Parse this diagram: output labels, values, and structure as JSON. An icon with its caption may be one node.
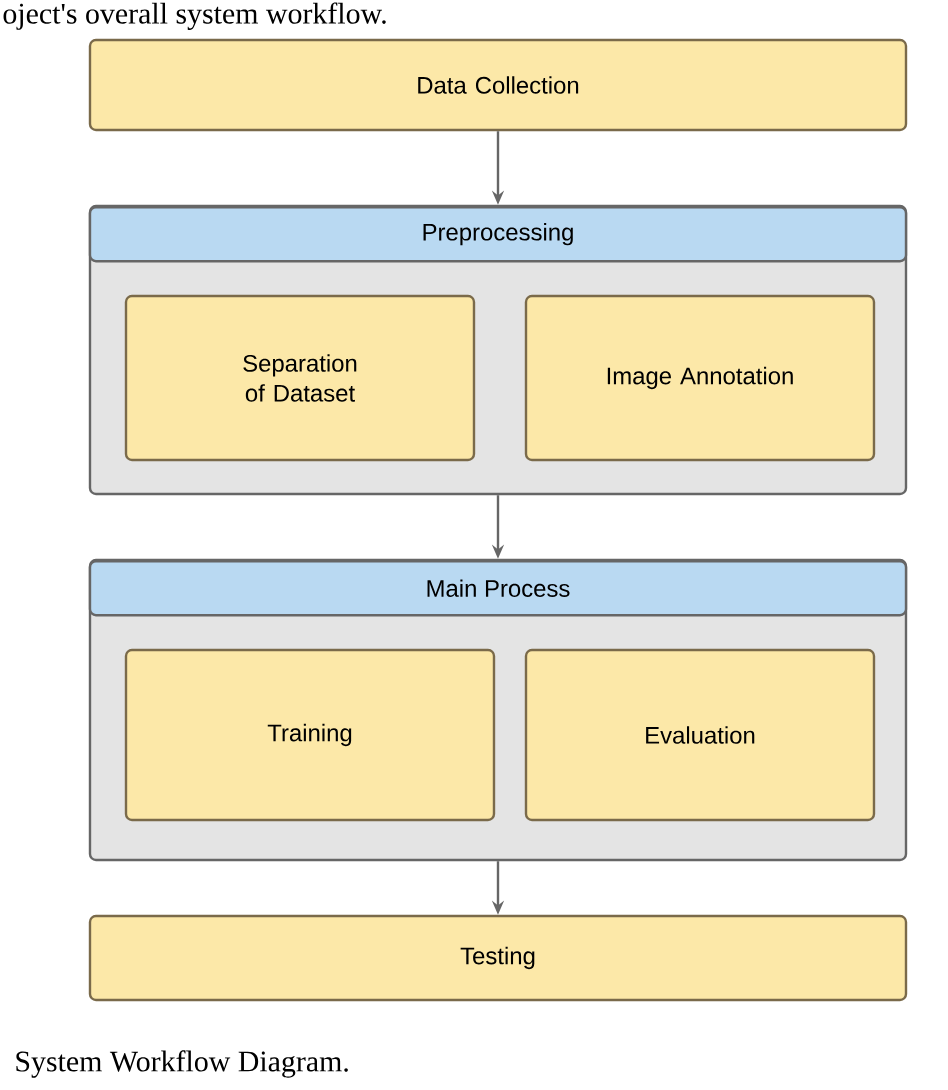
{
  "diagram": {
    "caption": "System Workflow Diagram.",
    "nodes": [
      {
        "text": [
          "Data Collection"
        ]
      },
      {
        "text": [
          "Preprocessing"
        ]
      },
      {
        "text": [
          "Separation of Dataset"
        ],
        "in": 1
      },
      {
        "text": [
          "Image Annotation"
        ],
        "in": 1
      },
      {
        "text": [
          "Main Process"
        ]
      },
      {
        "text": [
          "Training"
        ],
        "in": 4
      },
      {
        "text": [
          "Evaluation"
        ],
        "in": 4
      },
      {
        "text": [
          "Testing"
        ]
      }
    ],
    "edges": [
      {
        "from": 0,
        "to": 1,
        "arrow": "to"
      },
      {
        "from": 1,
        "to": 4,
        "arrow": "to"
      },
      {
        "from": 4,
        "to": 7,
        "arrow": "to"
      }
    ],
    "labels": [
      "oject's overall system workflow."
    ]
  }
}
